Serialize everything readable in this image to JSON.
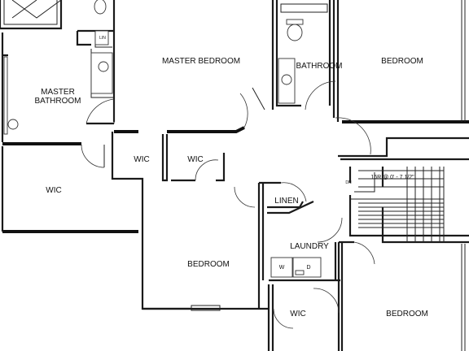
{
  "rooms": {
    "master_bedroom": "MASTER BEDROOM",
    "master_bathroom": [
      "MASTER",
      "BATHROOM"
    ],
    "bathroom": "BATHROOM",
    "bedroom_ne": "BEDROOM",
    "wic_center_left": "WIC",
    "wic_center_right": "WIC",
    "wic_west": "WIC",
    "linen": "LINEN",
    "laundry": "LAUNDRY",
    "bedroom_center": "BEDROOM",
    "wic_south": "WIC",
    "bedroom_se": "BEDROOM"
  },
  "fixtures": {
    "linen_shelf": "LIN",
    "washer": "W",
    "dryer": "D"
  },
  "stair": {
    "note": "16R @ 0' - 7 1/2\"",
    "direction": "DN"
  }
}
